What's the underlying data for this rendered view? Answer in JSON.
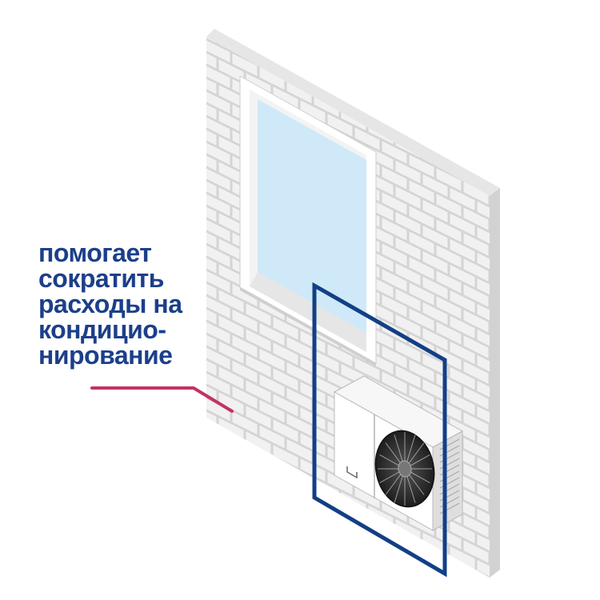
{
  "caption": {
    "lines": [
      "помогает",
      "сократить",
      "расходы на",
      "кондицио-",
      "нирование"
    ]
  },
  "colors": {
    "caption_text": "#1c3f8a",
    "leader_line": "#c2335f",
    "highlight_frame": "#123f86",
    "wall_mortar": "#d4d4d4",
    "wall_brick": "#f1f1f1",
    "glass": "#cfe9f8",
    "window_frame": "#ffffff",
    "ac_unit_body": "#ffffff",
    "fan_grille": "#222222"
  },
  "icons": {
    "wall": "brick-wall",
    "window": "window",
    "ac": "outdoor-ac-unit",
    "fan": "fan-grille"
  }
}
